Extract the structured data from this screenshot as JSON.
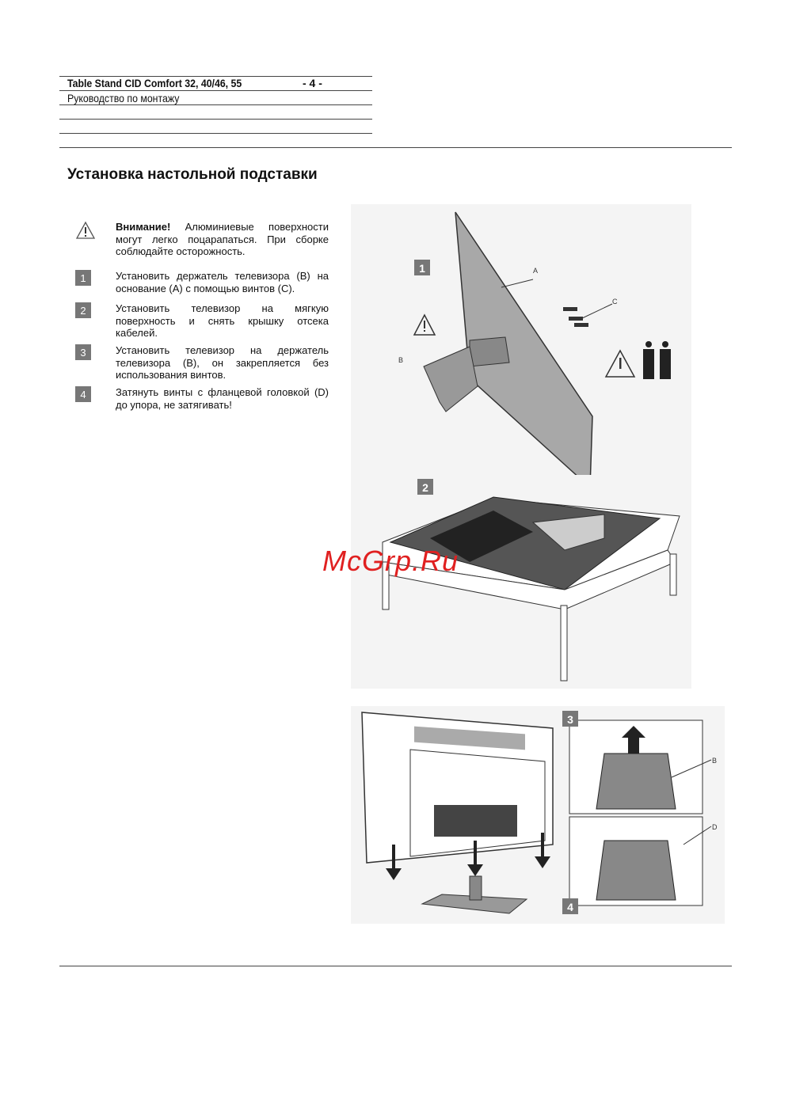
{
  "header": {
    "title": "Table Stand CID Comfort 32, 40/46, 55",
    "page": "- 4 -",
    "subtitle": "Руководство по монтажу"
  },
  "page_title": "Установка настольной подставки",
  "warning": {
    "icon": "warning-triangle-icon",
    "bold": "Внимание!",
    "text": " Алюминиевые поверхности могут легко поцарапаться. При сборке соблюдайте осторожность."
  },
  "steps": [
    {
      "num": "1",
      "text": "Установить держатель телевизора (B) на основание (A) с помощью винтов (C)."
    },
    {
      "num": "2",
      "text": "Установить телевизор на мягкую поверхность и снять крышку отсека кабелей."
    },
    {
      "num": "3",
      "text": "Установить телевизор на держатель телевизора (B), он закрепляется без использования винтов."
    },
    {
      "num": "4",
      "text": "Затянуть винты с фланцевой головкой (D) до упора, не затягивать!"
    }
  ],
  "figures": {
    "fig1": {
      "step": "1",
      "labels": {
        "a": "A",
        "b": "B",
        "c": "C"
      }
    },
    "fig2": {
      "step": "2"
    },
    "fig3": {
      "step3": "3",
      "step4": "4",
      "labels": {
        "b": "B",
        "d": "D"
      }
    }
  },
  "watermark": "McGrp.Ru"
}
